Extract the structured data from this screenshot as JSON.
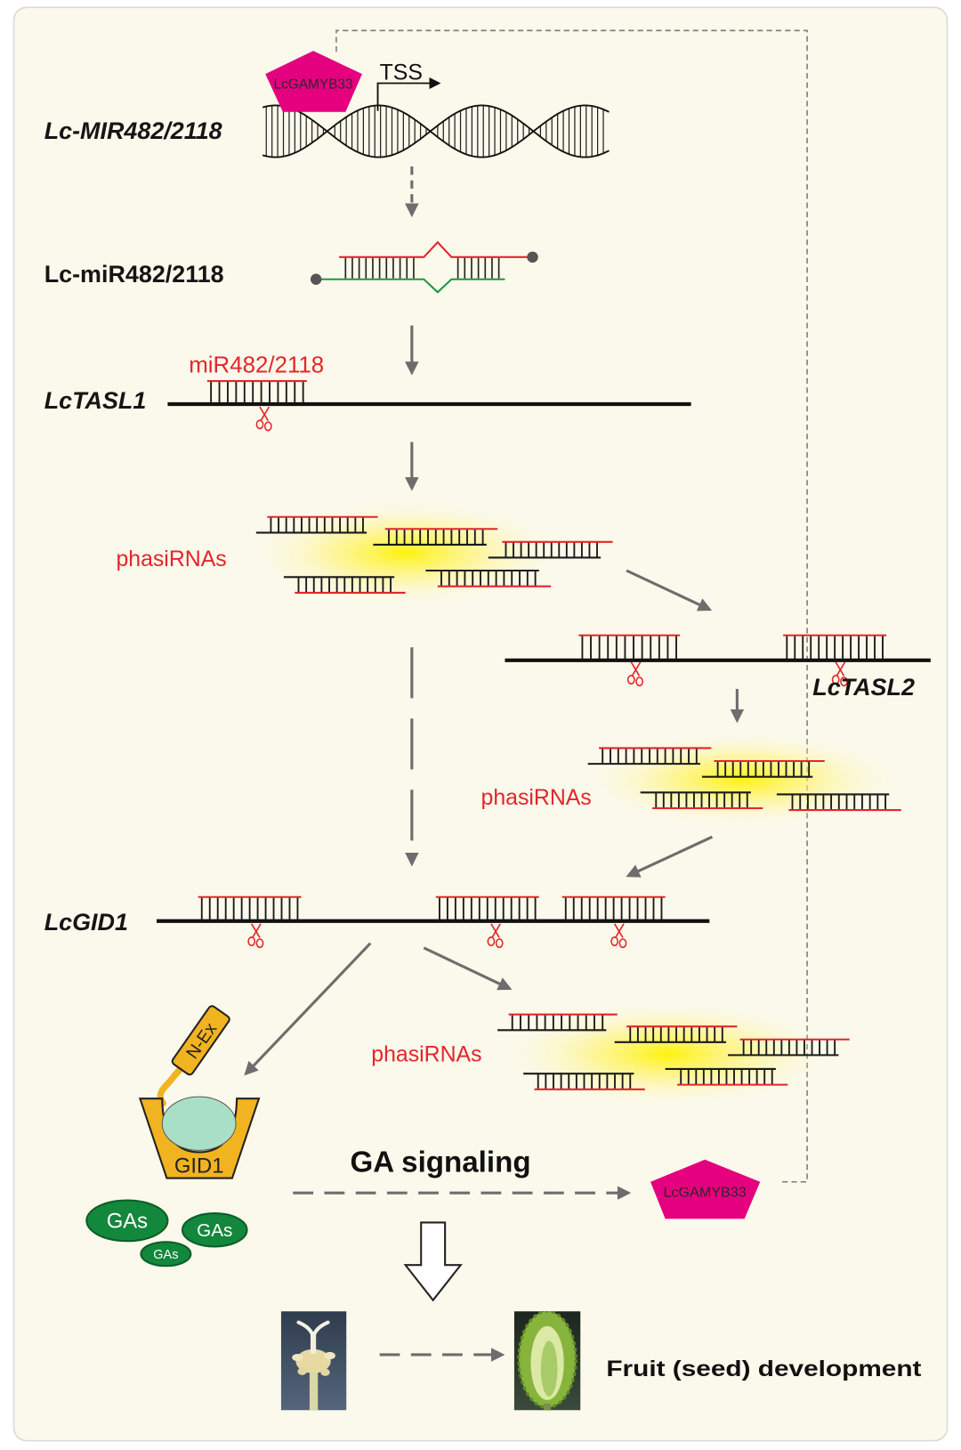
{
  "labels": {
    "gene_mir": "Lc-MIR482/2118",
    "mirna": "Lc-miR482/2118",
    "tasl1": "LcTASL1",
    "tasl2": "LcTASL2",
    "gid1_gene": "LcGID1"
  },
  "tss": "TSS",
  "tf": {
    "top": "LcGAMYB33",
    "bottom": "LcGAMYB33"
  },
  "mirna_label": "miR482/2118",
  "phasirnas": [
    "phasiRNAs",
    "phasiRNAs",
    "phasiRNAs"
  ],
  "protein": {
    "extension": "N-Ex",
    "receptor": "GID1"
  },
  "hormones": [
    "GAs",
    "GAs",
    "GAs"
  ],
  "signaling": "GA signaling",
  "outcome": "Fruit (seed) development",
  "colors": {
    "magenta": "#e4007f",
    "red": "#e3262b",
    "green": "#13873c",
    "orange": "#f2b320",
    "mint": "#a9dfc6",
    "arrow": "#6d6d6d",
    "background": "#fbf9eb",
    "glow": "#fff200"
  }
}
